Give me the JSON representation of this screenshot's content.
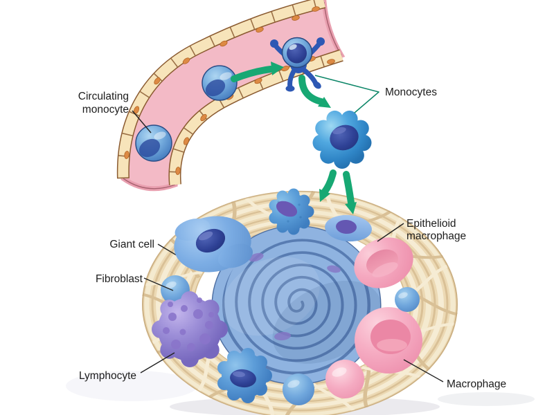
{
  "labels": {
    "circulating_monocyte": {
      "line1": "Circulating",
      "line2": "monocyte"
    },
    "monocytes": "Monocytes",
    "giant_cell": "Giant cell",
    "fibroblast": "Fibroblast",
    "lymphocyte": "Lymphocyte",
    "epithelioid_macrophage": {
      "line1": "Epithelioid",
      "line2": "macrophage"
    },
    "macrophage": "Macrophage"
  },
  "colors": {
    "background": "#ffffff",
    "label_text": "#1c1c1c",
    "leader_line": "#222222",
    "leader_line_green": "#0d8668",
    "arrow_green": "#17a873",
    "vessel_lumen_pink": "#f3bac6",
    "vessel_wall_cream": "#f7e4ba",
    "vessel_wall_outline": "#8a5a30",
    "endothelial_nucleus_orange": "#dd8a44",
    "monocyte_blue": "#4f9bd8",
    "monocyte_nucleus_navy": "#2c3f94",
    "capsule_beige": "#ecd9b4",
    "capsule_rope_shadow": "#d9c096",
    "capsule_rope_highlight": "#f6ecd4",
    "spiral_coil_blue": "#8fb3e0",
    "spiral_gap_blue": "#587cb2",
    "spiral_speck_purple": "#8678c6",
    "giant_cell_blue": "#7cade4",
    "lymphocyte_purple": "#9d8fd8",
    "lymphocyte_spot_purple": "#8a74ca",
    "macrophage_pink": "#f6aec4",
    "macrophage_inner_pink": "#eb87a5",
    "fibroblast_blue": "#6fa6dc"
  }
}
